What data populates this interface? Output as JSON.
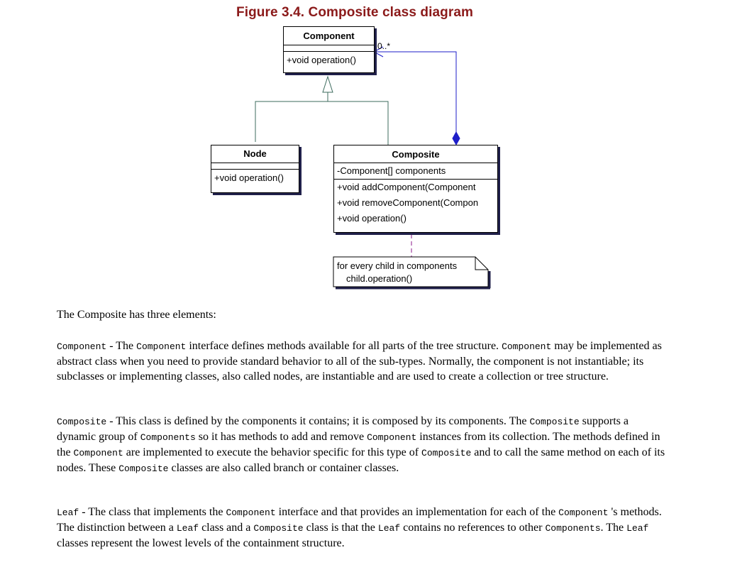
{
  "figure_title": "Figure 3.4. Composite class diagram",
  "diagram": {
    "component": {
      "name": "Component",
      "ops": [
        "+void operation()"
      ]
    },
    "node": {
      "name": "Node",
      "ops": [
        "+void operation()"
      ]
    },
    "composite": {
      "name": "Composite",
      "attrs": [
        "-Component[] components"
      ],
      "ops": [
        "+void addComponent(Component",
        "+void removeComponent(Compon",
        "+void operation()"
      ]
    },
    "multiplicity": "0..*",
    "note": [
      "for every child in components",
      "child.operation()"
    ]
  },
  "body": {
    "intro": "The Composite has three elements:",
    "component": {
      "term": "Component",
      "dash": " - ",
      "p1": "The ",
      "c1": "Component",
      "p2": " interface defines methods available for all parts of the tree structure. ",
      "c2": "Component",
      "p3": " may be implemented as abstract class when you need to provide standard behavior to all of the sub-types. Normally, the component is not instantiable; its subclasses or implementing classes, also called nodes, are instantiable and are used to create a collection or tree structure."
    },
    "composite": {
      "term": "Composite",
      "dash": " - ",
      "p1": "This class is defined by the components it contains; it is composed by its components. The ",
      "c1": "Composite",
      "p2": " supports a dynamic group of ",
      "c2": "Components",
      "p3": " so it has methods to add and remove ",
      "c3": "Component",
      "p4": " instances from its collection. The methods defined in the ",
      "c4": "Component",
      "p5": " are implemented to execute the behavior specific for this type of ",
      "c5": "Composite",
      "p6": " and to call the same method on each of its nodes. These ",
      "c6": "Composite",
      "p7": " classes are also called branch or container classes."
    },
    "leaf": {
      "term": "Leaf",
      "dash": " - ",
      "p1": "The class that implements the ",
      "c1": "Component",
      "p2": " interface and that provides an implementation for each of the ",
      "c2": "Component",
      "p3": " 's methods. The distinction between a ",
      "c3": "Leaf",
      "p4": " class and a ",
      "c4": "Composite",
      "p5": " class is that the ",
      "c5": "Leaf",
      "p6": " contains no references to other ",
      "c6": "Components",
      "p7": ". The ",
      "c7": "Leaf",
      "p8": " classes represent the lowest levels of the containment structure."
    }
  },
  "colors": {
    "title": "#8b1a1a",
    "generalization_line": "#3d6b5e",
    "association_line": "#1e1ec8",
    "note_link": "#8b1a8b",
    "box_shadow": "#20204a"
  }
}
